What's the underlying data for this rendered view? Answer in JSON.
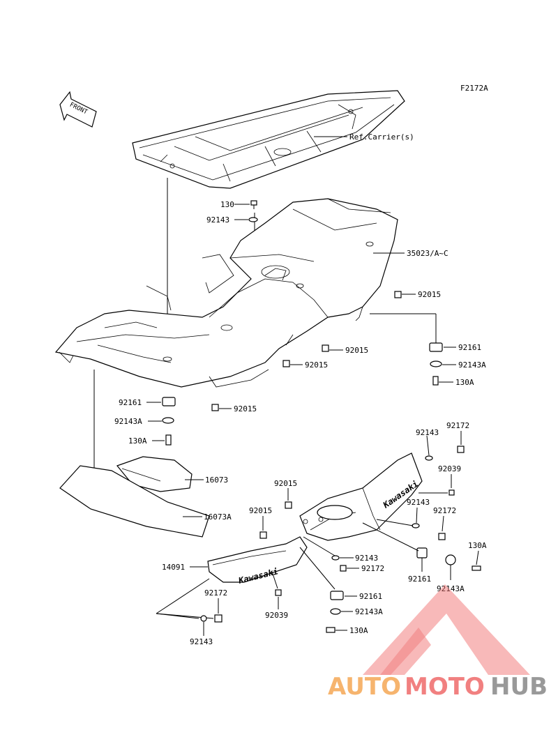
{
  "figure_code": "F2172A",
  "front_arrow_label": "FRONT",
  "ref_label": "Ref.Carrier(s)",
  "brand_text": "Kawasaki",
  "labels": {
    "l130": "130",
    "l92143_top": "92143",
    "l35023": "35023/A~C",
    "l92015_r1": "92015",
    "l92015_r2": "92015",
    "l92015_r3": "92015",
    "l92015_r4": "92015",
    "l92161_r": "92161",
    "l92143A_r": "92143A",
    "l130A_r": "130A",
    "l92161_l": "92161",
    "l92143A_l": "92143A",
    "l130A_l": "130A",
    "l16073": "16073",
    "l16073A": "16073A",
    "l92143_m1": "92143",
    "l92172_m1": "92172",
    "l92039_m1": "92039",
    "l92015_m5": "92015",
    "l92015_m6": "92015",
    "l92143_m2": "92143",
    "l92172_m2": "92172",
    "l130A_m": "130A",
    "l14091": "14091",
    "l92143_m3": "92143",
    "l92172_m3": "92172",
    "l92161_m": "92161",
    "l92143A_m": "92143A",
    "l92172_b": "92172",
    "l92161_b": "92161",
    "l92143A_b": "92143A",
    "l92039_b": "92039",
    "l130A_b": "130A",
    "l92143_b": "92143"
  },
  "watermark": {
    "part1": "AUTO",
    "part2": "MOTO",
    "part3": "HUB",
    "colors": {
      "auto": "#f5a855",
      "moto": "#ef6a6a",
      "hub": "#888888"
    }
  }
}
